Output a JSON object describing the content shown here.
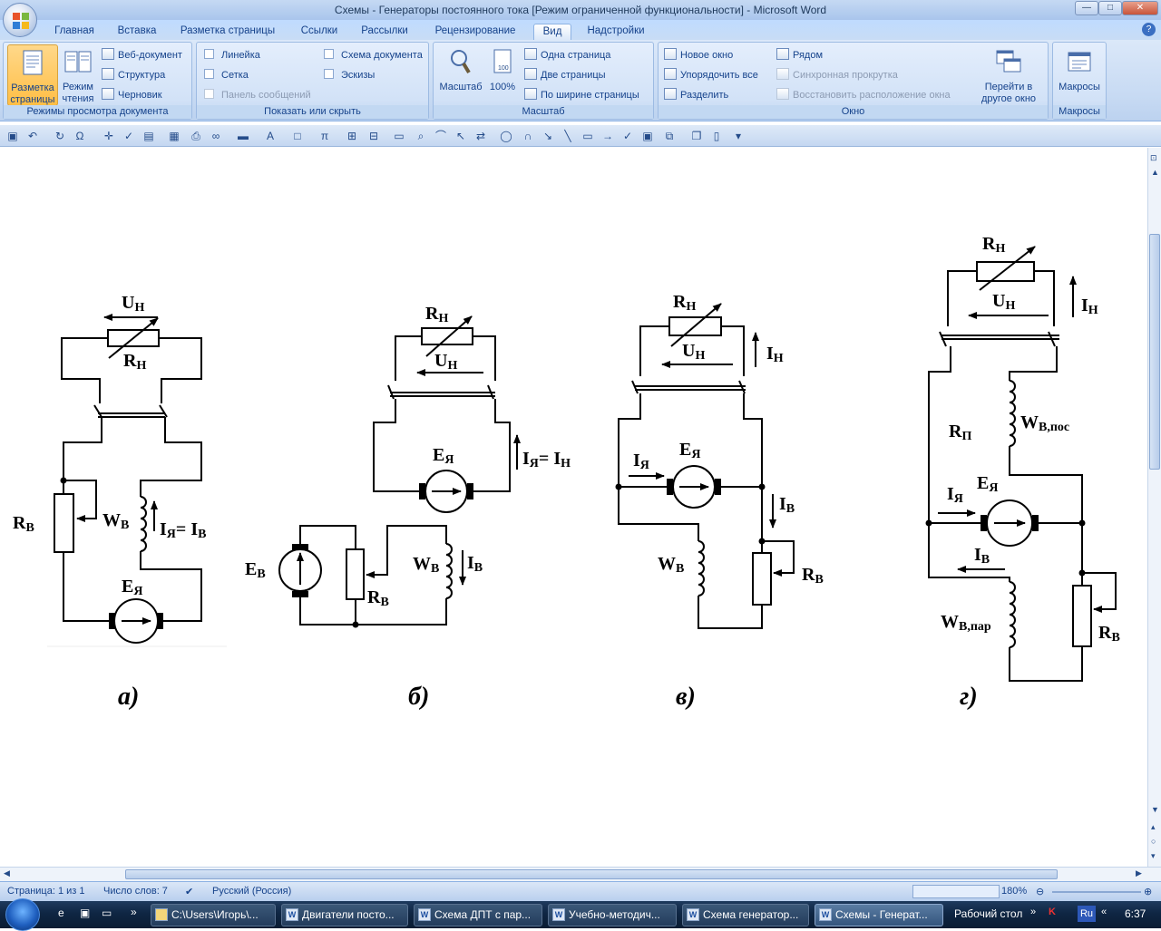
{
  "window": {
    "title": "Схемы - Генераторы постоянного тока [Режим ограниченной функциональности] - Microsoft Word",
    "controls": [
      "—",
      "□",
      "✕"
    ]
  },
  "tabs": [
    "Главная",
    "Вставка",
    "Разметка страницы",
    "Ссылки",
    "Рассылки",
    "Рецензирование",
    "Вид",
    "Надстройки"
  ],
  "active_tab": "Вид",
  "ribbon": {
    "view_modes": {
      "label": "Режимы просмотра документа",
      "page_layout": "Разметка страницы",
      "reading_l1": "Режим",
      "reading_l2": "чтения",
      "web": "Веб-документ",
      "outline": "Структура",
      "draft": "Черновик"
    },
    "show_hide": {
      "label": "Показать или скрыть",
      "ruler": "Линейка",
      "grid": "Сетка",
      "message_bar": "Панель сообщений",
      "doc_map": "Схема документа",
      "thumbnails": "Эскизы"
    },
    "zoom": {
      "label": "Масштаб",
      "zoom": "Масштаб",
      "hundred": "100%",
      "one_page": "Одна страница",
      "two_pages": "Две страницы",
      "page_width": "По ширине страницы"
    },
    "window": {
      "label": "Окно",
      "new_window": "Новое окно",
      "arrange_all": "Упорядочить все",
      "split": "Разделить",
      "side_by_side": "Рядом",
      "sync_scroll": "Синхронная прокрутка",
      "reset_position": "Восстановить расположение окна",
      "switch_l1": "Перейти в",
      "switch_l2": "другое окно"
    },
    "macros": {
      "label": "Макросы",
      "macros": "Макросы"
    }
  },
  "diagram": {
    "captions": [
      "а)",
      "б)",
      "в)",
      "г)"
    ],
    "a": {
      "un": "U",
      "un_sub": "Н",
      "rn": "R",
      "rn_sub": "Н",
      "rv": "R",
      "rv_sub": "В",
      "wv": "W",
      "wv_sub": "В",
      "i1": "I",
      "i1_sub": "Я",
      "i_eq": "= I",
      "i2_sub": "В",
      "e": "E",
      "e_sub": "Я"
    },
    "b": {
      "rn": "R",
      "rn_sub": "Н",
      "un": "U",
      "un_sub": "Н",
      "e": "E",
      "e_sub": "Я",
      "i1": "I",
      "i1_sub": "Я",
      "i_eq": "= I",
      "i2_sub": "Н",
      "ev": "E",
      "ev_sub": "В",
      "rv": "R",
      "rv_sub": "В",
      "wv": "W",
      "wv_sub": "В",
      "iv": "I",
      "iv_sub": "В"
    },
    "v": {
      "rn": "R",
      "rn_sub": "Н",
      "un": "U",
      "un_sub": "Н",
      "in": "I",
      "in_sub": "Н",
      "ia": "I",
      "ia_sub": "Я",
      "e": "E",
      "e_sub": "Я",
      "iv": "I",
      "iv_sub": "В",
      "wv": "W",
      "wv_sub": "В",
      "rv": "R",
      "rv_sub": "В"
    },
    "g": {
      "rn": "R",
      "rn_sub": "Н",
      "un": "U",
      "un_sub": "Н",
      "in": "I",
      "in_sub": "Н",
      "rp": "R",
      "rp_sub": "П",
      "wpos": "W",
      "wpos_sub": "В,пос",
      "ia": "I",
      "ia_sub": "Я",
      "e": "E",
      "e_sub": "Я",
      "iv": "I",
      "iv_sub": "В",
      "wpar": "W",
      "wpar_sub": "В,пар",
      "rv": "R",
      "rv_sub": "В"
    }
  },
  "status": {
    "page": "Страница: 1 из 1",
    "words": "Число слов: 7",
    "language": "Русский (Россия)",
    "zoom": "180%"
  },
  "taskbar": {
    "items": [
      "C:\\Users\\Игорь\\...",
      "Двигатели посто...",
      "Схема ДПТ с пар...",
      "Учебно-методич...",
      "Схема генератор...",
      "Схемы - Генерат..."
    ],
    "desktop": "Рабочий стол",
    "lang": "Ru",
    "time": "6:37"
  }
}
